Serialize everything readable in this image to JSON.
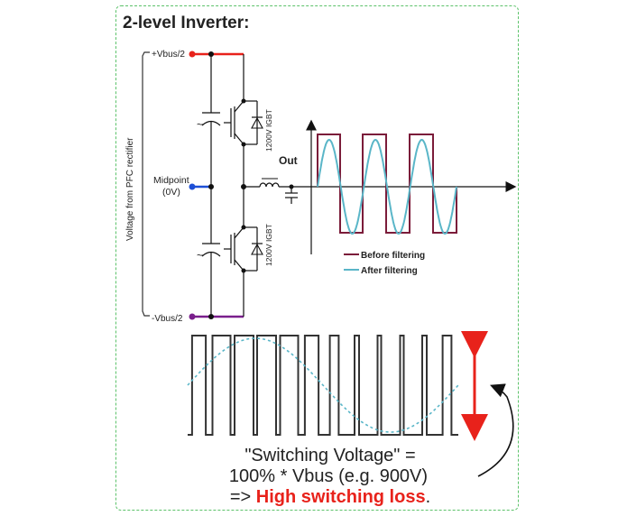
{
  "title": "2-level Inverter:",
  "labels": {
    "vbus_plus": "+Vbus/2",
    "vbus_minus": "-Vbus/2",
    "midpoint": "Midpoint",
    "midpoint_sub": "(0V)",
    "vertical_caption": "Voltage from PFC rectifier",
    "igbt_top": "1200V IGBT",
    "igbt_bottom": "1200V IGBT",
    "out": "Out"
  },
  "legend": {
    "before": "Before filtering",
    "after": "After filtering"
  },
  "caption": {
    "line1": "\"Switching Voltage\" =",
    "line2": "100% * Vbus (e.g. 900V)",
    "line3_prefix": "=> ",
    "line3_highlight": "High switching loss",
    "line3_suffix": "."
  },
  "colors": {
    "frame": "#5cc26a",
    "title": "#e8221b",
    "bus_plus": "#e8221b",
    "bus_minus": "#7a1f8c",
    "midpoint": "#1e4fd6",
    "square_wave": "#7b1c3a",
    "sine_wave": "#5ab6c8",
    "pwm": "#333333",
    "arrow_red": "#e8221b",
    "highlight": "#e8221b"
  }
}
